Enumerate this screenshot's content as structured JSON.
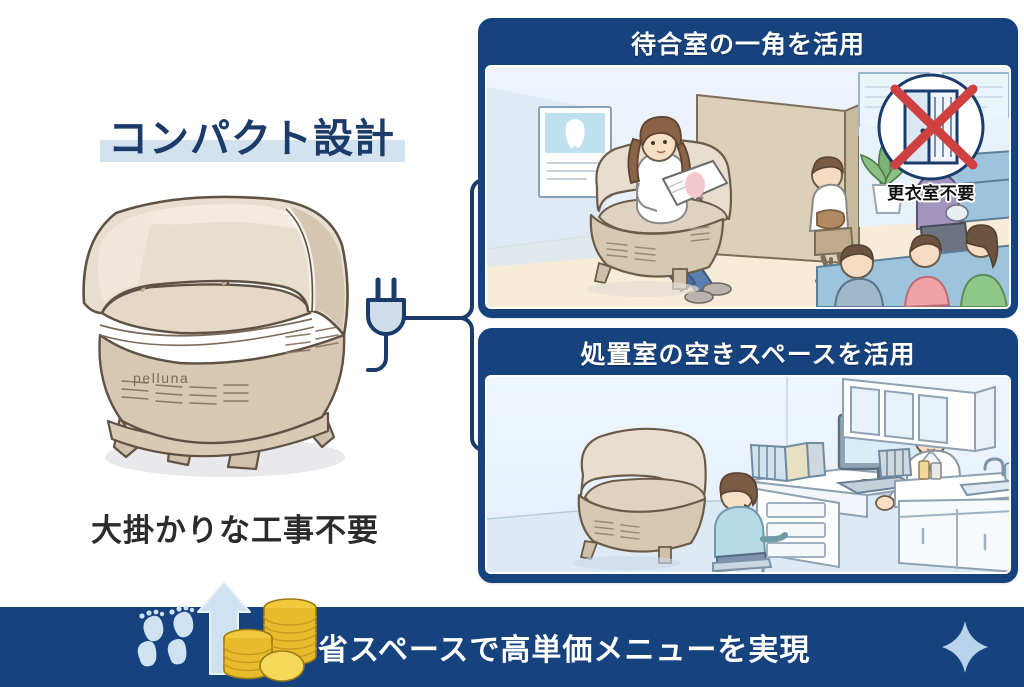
{
  "page": {
    "background_color": "#ffffff",
    "accent_navy": "#16427e",
    "accent_light_blue": "#d3e2ef",
    "title_color": "#1b3b6b"
  },
  "left": {
    "title": "コンパクト設計",
    "device_brand": "pelluna",
    "caption": "大掛かりな工事不要",
    "plug_icon": "power-plug-icon"
  },
  "panels": [
    {
      "header": "待合室の一角を活用",
      "badge_label": "更衣室不要",
      "badge_icon": "changing-room-crossed-out-icon",
      "scene": "waiting-room-with-device"
    },
    {
      "header": "処置室の空きスペースを活用",
      "scene": "treatment-room-with-device"
    }
  ],
  "banner": {
    "text": "省スペースで高単価メニューを実現",
    "icons": [
      "footprints-icon",
      "up-arrow-icon",
      "coins-icon"
    ],
    "right_icon": "sparkle-icon",
    "background_color": "#16427e",
    "text_color": "#ffffff"
  }
}
